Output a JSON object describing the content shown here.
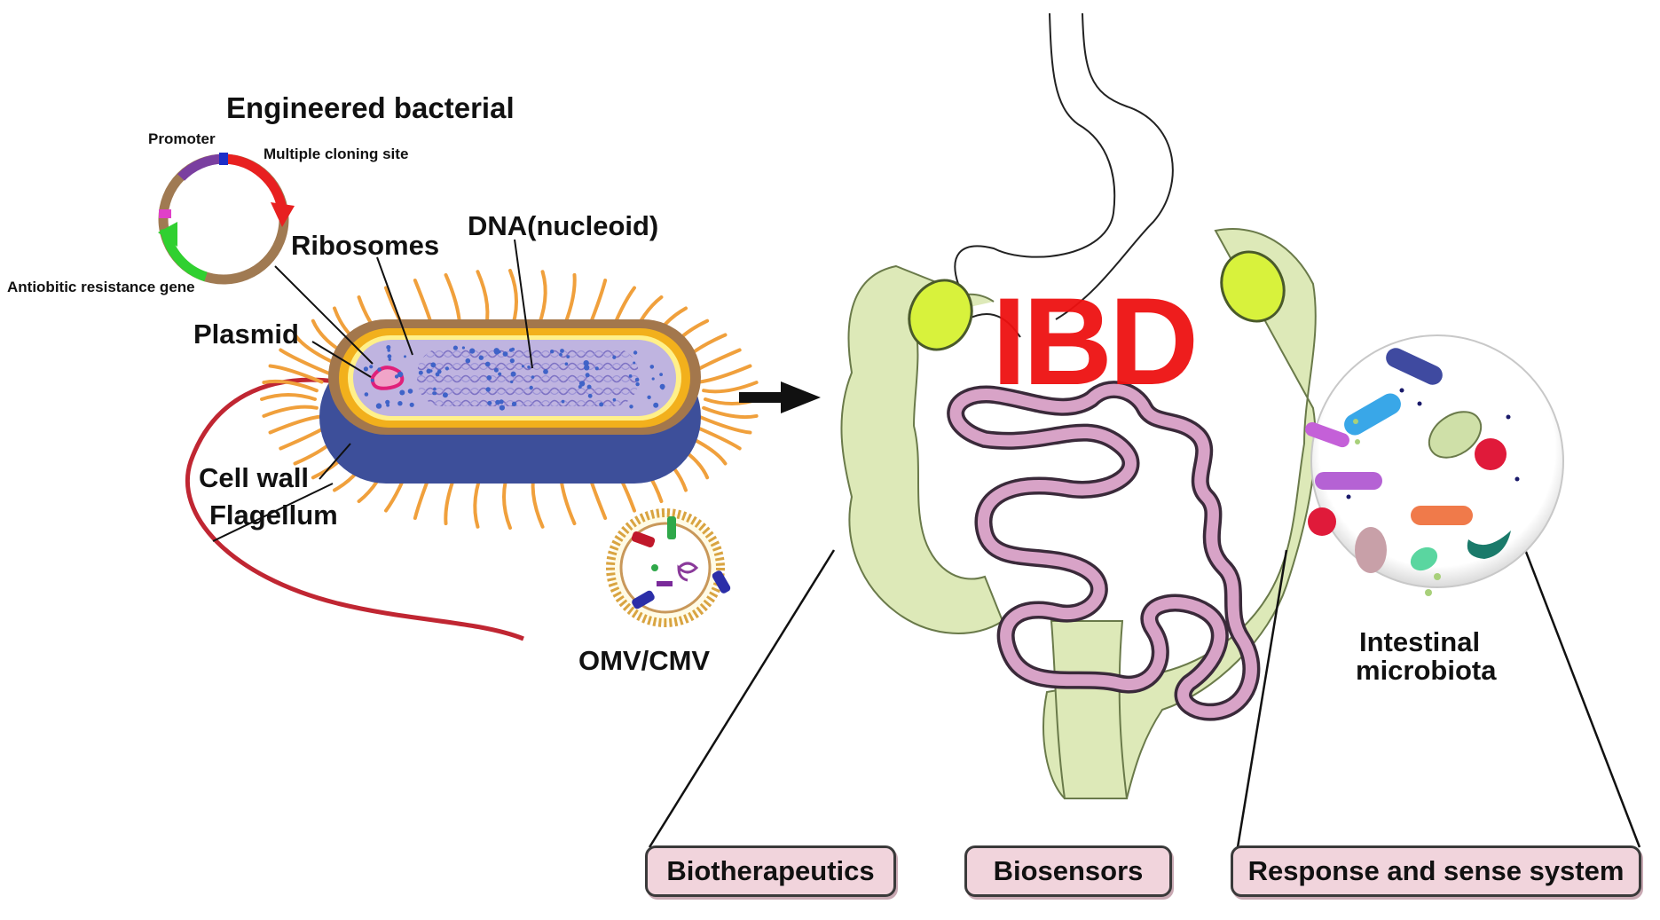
{
  "title": "Engineered bacterial",
  "plasmid_labels": {
    "promoter": "Promoter",
    "mcs": "Multiple cloning site",
    "antibiotic": "Antiobitic resistance gene"
  },
  "cell_labels": {
    "ribosomes": "Ribosomes",
    "dna": "DNA(nucleoid)",
    "plasmid": "Plasmid",
    "cell_wall": "Cell wall",
    "flagellum": "Flagellum",
    "omv": "OMV/CMV"
  },
  "ibd": "IBD",
  "microbiota": {
    "line1": "Intestinal",
    "line2": "microbiota"
  },
  "boxes": {
    "biotherapeutics": "Biotherapeutics",
    "biosensors": "Biosensors",
    "response": "Response and sense system"
  },
  "colors": {
    "cell_outer": "#3d4f9a",
    "cell_wall": "#f2b01c",
    "cytoplasm": "#bfb4e0",
    "pili": "#f0a03c",
    "flagellum": "#c02632",
    "intestine": "#dde9b8",
    "small_intestine": "#d8a3c7",
    "ibd_red": "#ee1111",
    "box_fill": "#f1d4dc"
  }
}
